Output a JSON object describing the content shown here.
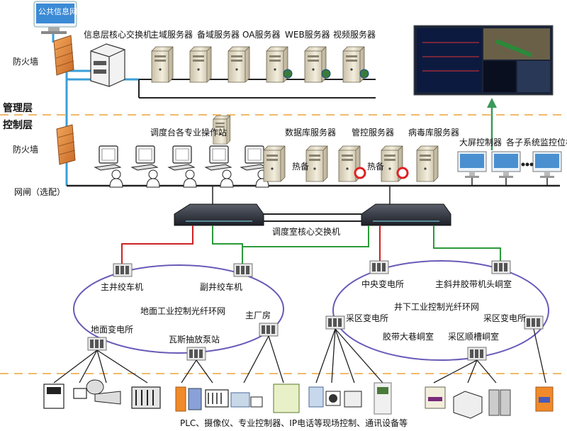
{
  "zones": {
    "management": "管理层",
    "control": "控制层"
  },
  "top": {
    "public_net": "公共信息网",
    "firewall_1": "防火墙",
    "firewall_2": "防火墙",
    "gateway": "网闸（选配）",
    "core_switch_info": "信息层核心交换机",
    "servers": [
      "主域服务器",
      "备域服务器",
      "OA服务器",
      "WEB服务器",
      "视频服务器"
    ]
  },
  "control": {
    "dispatch_stations": "调度台各专业操作站",
    "db_server": "数据库服务器",
    "mgmt_server": "管控服务器",
    "av_server": "病毒库服务器",
    "hot_1": "热备",
    "hot_2": "热备",
    "big_screen": "大屏控制器",
    "subsystem_mon": "各子系统监控位机",
    "core_switch": "调度室核心交换机"
  },
  "ring_left": {
    "name": "地面工业控制光纤环网",
    "nodes": [
      "主井绞车机",
      "副井绞车机",
      "主厂房",
      "瓦斯抽放泵站",
      "地面变电所"
    ]
  },
  "ring_right": {
    "name": "井下工业控制光纤环网",
    "nodes": [
      "中央变电所",
      "主斜井胶带机头峒室",
      "采区变电所",
      "胶带大巷峒室",
      "采区顺槽峒室",
      "采区变电所"
    ]
  },
  "bottom_caption": "PLC、摄像仪、专业控制器、IP电话等现场控制、通讯设备等",
  "colors": {
    "divider": "#e8a33a",
    "blue_line": "#3a9fd8",
    "red_line": "#cc2222",
    "green_line": "#2a9a3a",
    "ring": "#6a5ab8",
    "arrow": "#3a9a5a"
  }
}
